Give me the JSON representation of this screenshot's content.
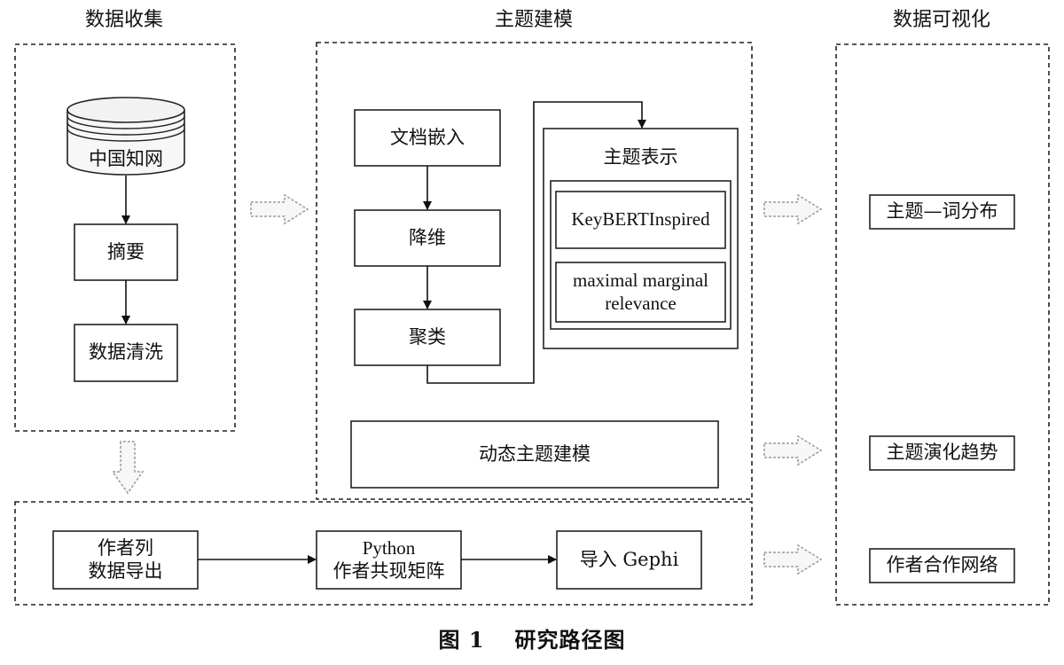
{
  "sections": {
    "collect": "数据收集",
    "model": "主题建模",
    "viz": "数据可视化"
  },
  "collect": {
    "db": "中国知网",
    "abstract": "摘要",
    "clean": "数据清洗"
  },
  "model": {
    "embed": "文档嵌入",
    "reduce": "降维",
    "cluster": "聚类",
    "repr_title": "主题表示",
    "keybert": "KeyBERTInspired",
    "mmr_line1": "maximal marginal",
    "mmr_line2": "relevance",
    "dynamic": "动态主题建模"
  },
  "author": {
    "export_line1": "作者列",
    "export_line2": "数据导出",
    "python_line1": "Python",
    "python_line2": "作者共现矩阵",
    "gephi": "导入 Gephi"
  },
  "viz": {
    "topic_word": "主题—词分布",
    "evolution": "主题演化趋势",
    "network": "作者合作网络"
  },
  "caption": {
    "label": "图 1",
    "title": "研究路径图"
  },
  "icons": {
    "database": "database-cylinder-icon",
    "flow_arrow": "hollow-dashed-arrow-icon"
  }
}
